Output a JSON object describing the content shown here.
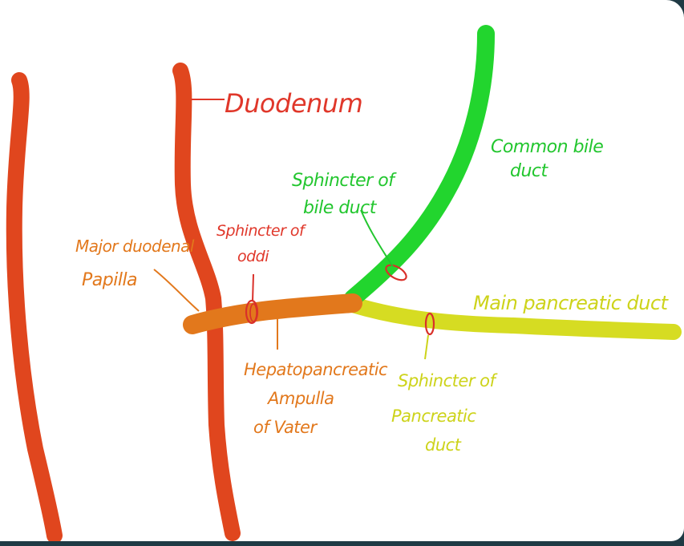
{
  "labels": {
    "duodenum": "Duodenum",
    "common_bile_duct_1": "Common bile",
    "common_bile_duct_2": "duct",
    "sphincter_bile_1": "Sphincter of",
    "sphincter_bile_2": "bile duct",
    "sphincter_oddi_1": "Sphincter of",
    "sphincter_oddi_2": "oddi",
    "major_papilla_1": "Major duodenal",
    "major_papilla_2": "Papilla",
    "main_pancreatic_duct": "Main pancreatic duct",
    "hepato_1": "Hepatopancreatic",
    "hepato_2": "Ampulla",
    "hepato_3": "of Vater",
    "sphincter_panc_1": "Sphincter of",
    "sphincter_panc_2": "Pancreatic",
    "sphincter_panc_3": "duct"
  },
  "colors": {
    "duodenum": "#e0461e",
    "ampulla": "#e2781c",
    "bile_duct": "#22d52e",
    "pancreatic_duct": "#d6dc22",
    "sphincter": "#d9302a",
    "background_frame": "#1f3a44"
  }
}
